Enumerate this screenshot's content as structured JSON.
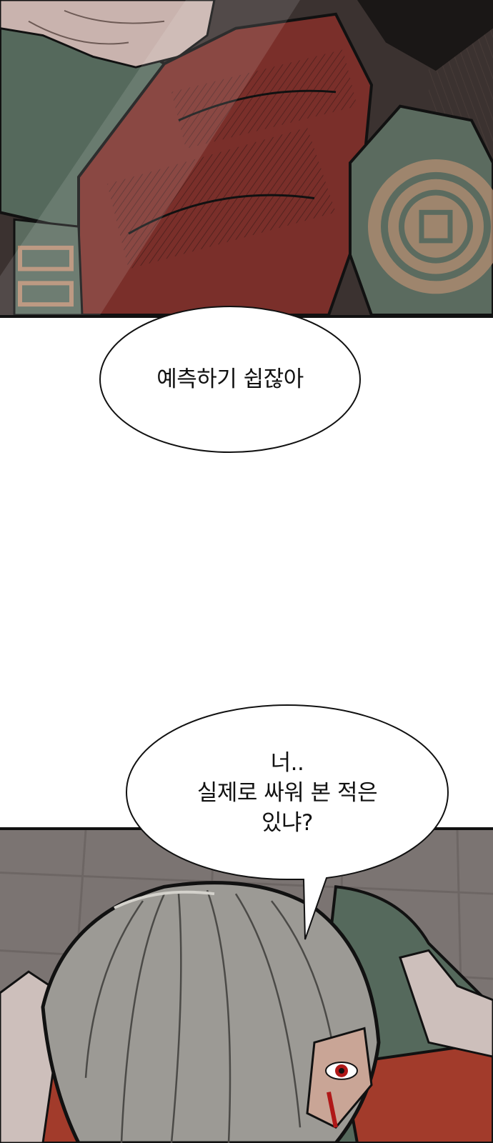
{
  "bubbles": [
    {
      "lines": [
        "예측하기 쉽잖아"
      ]
    },
    {
      "lines": [
        "너..",
        "실제로 싸워 본 적은",
        "있냐?"
      ]
    }
  ]
}
